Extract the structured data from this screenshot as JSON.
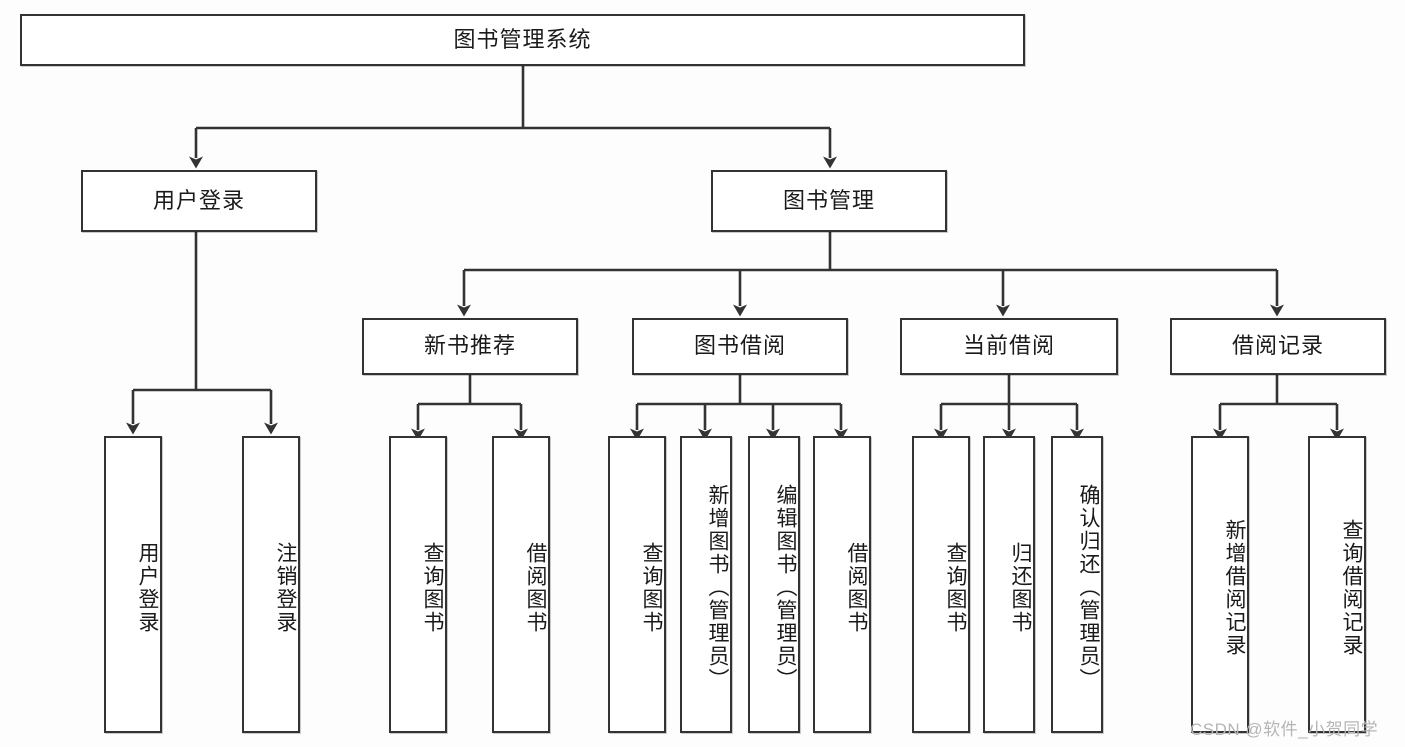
{
  "diagram": {
    "title": "图书管理系统",
    "type": "hierarchy-tree",
    "root": {
      "label": "图书管理系统"
    },
    "level2": [
      {
        "label": "用户登录"
      },
      {
        "label": "图书管理"
      }
    ],
    "level3": [
      {
        "label": "新书推荐"
      },
      {
        "label": "图书借阅"
      },
      {
        "label": "当前借阅"
      },
      {
        "label": "借阅记录"
      }
    ],
    "leaves": {
      "user_login": [
        {
          "label": "用户登录"
        },
        {
          "label": "注销登录"
        }
      ],
      "new_book_recommend": [
        {
          "label": "查询图书"
        },
        {
          "label": "借阅图书"
        }
      ],
      "book_borrow": [
        {
          "label": "查询图书"
        },
        {
          "label": "新增图书（管理员）"
        },
        {
          "label": "编辑图书（管理员）"
        },
        {
          "label": "借阅图书"
        }
      ],
      "current_borrow": [
        {
          "label": "查询图书"
        },
        {
          "label": "归还图书"
        },
        {
          "label": "确认归还（管理员）"
        }
      ],
      "borrow_record": [
        {
          "label": "新增借阅记录"
        },
        {
          "label": "查询借阅记录"
        }
      ]
    }
  },
  "watermark": {
    "text": "CSDN @软件_小贺同学"
  },
  "colors": {
    "stroke": "#333333",
    "node_fill": "#ffffff",
    "text": "#1a1a1a",
    "watermark": "#b5b5b5",
    "background": "#fdfdfd"
  }
}
